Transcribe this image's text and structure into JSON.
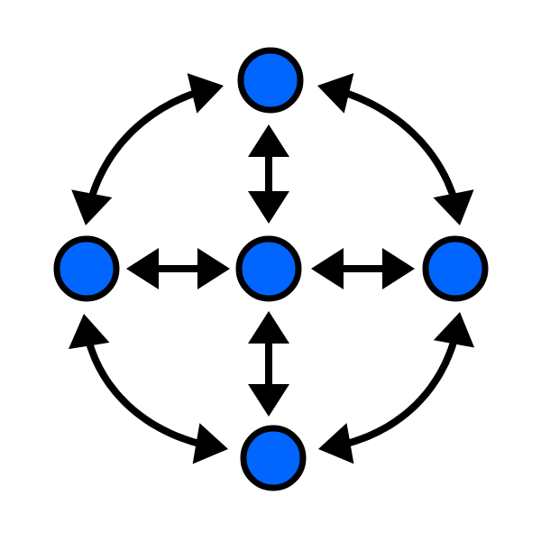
{
  "diagram": {
    "type": "network",
    "colors": {
      "node_fill": "#0066ff",
      "node_stroke": "#000000",
      "edge": "#000000",
      "background": "#ffffff"
    },
    "nodes": [
      {
        "id": "top",
        "role": "outer"
      },
      {
        "id": "left",
        "role": "outer"
      },
      {
        "id": "center",
        "role": "hub"
      },
      {
        "id": "right",
        "role": "outer"
      },
      {
        "id": "bottom",
        "role": "outer"
      }
    ],
    "edges": [
      {
        "from": "top",
        "to": "center",
        "kind": "straight",
        "direction": "bidirectional"
      },
      {
        "from": "left",
        "to": "center",
        "kind": "straight",
        "direction": "bidirectional"
      },
      {
        "from": "center",
        "to": "right",
        "kind": "straight",
        "direction": "bidirectional"
      },
      {
        "from": "center",
        "to": "bottom",
        "kind": "straight",
        "direction": "bidirectional"
      },
      {
        "from": "top",
        "to": "left",
        "kind": "curved",
        "direction": "bidirectional"
      },
      {
        "from": "top",
        "to": "right",
        "kind": "curved",
        "direction": "bidirectional"
      },
      {
        "from": "left",
        "to": "bottom",
        "kind": "curved",
        "direction": "bidirectional"
      },
      {
        "from": "right",
        "to": "bottom",
        "kind": "curved",
        "direction": "bidirectional"
      }
    ]
  }
}
